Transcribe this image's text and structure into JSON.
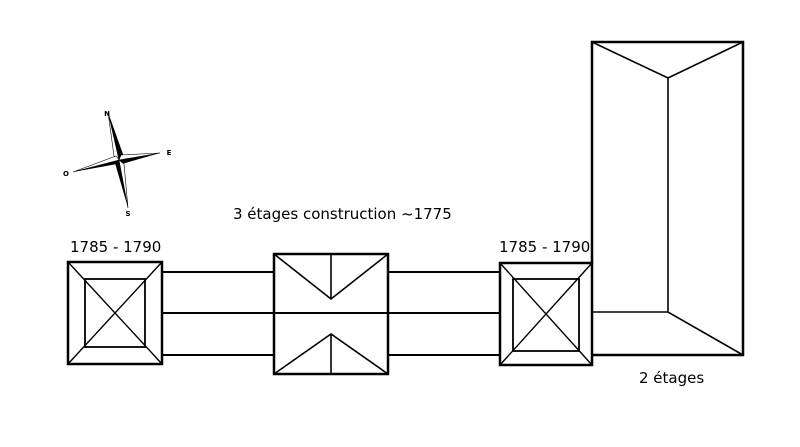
{
  "labels": {
    "left_tower": "1785 - 1790",
    "center": "3 étages construction ~1775",
    "right_tower": "1785 - 1790",
    "wing": "2 étages"
  },
  "compass": {
    "n": "N",
    "e": "E",
    "s": "S",
    "o": "O"
  },
  "colors": {
    "line": "#000000",
    "background": "#ffffff"
  }
}
